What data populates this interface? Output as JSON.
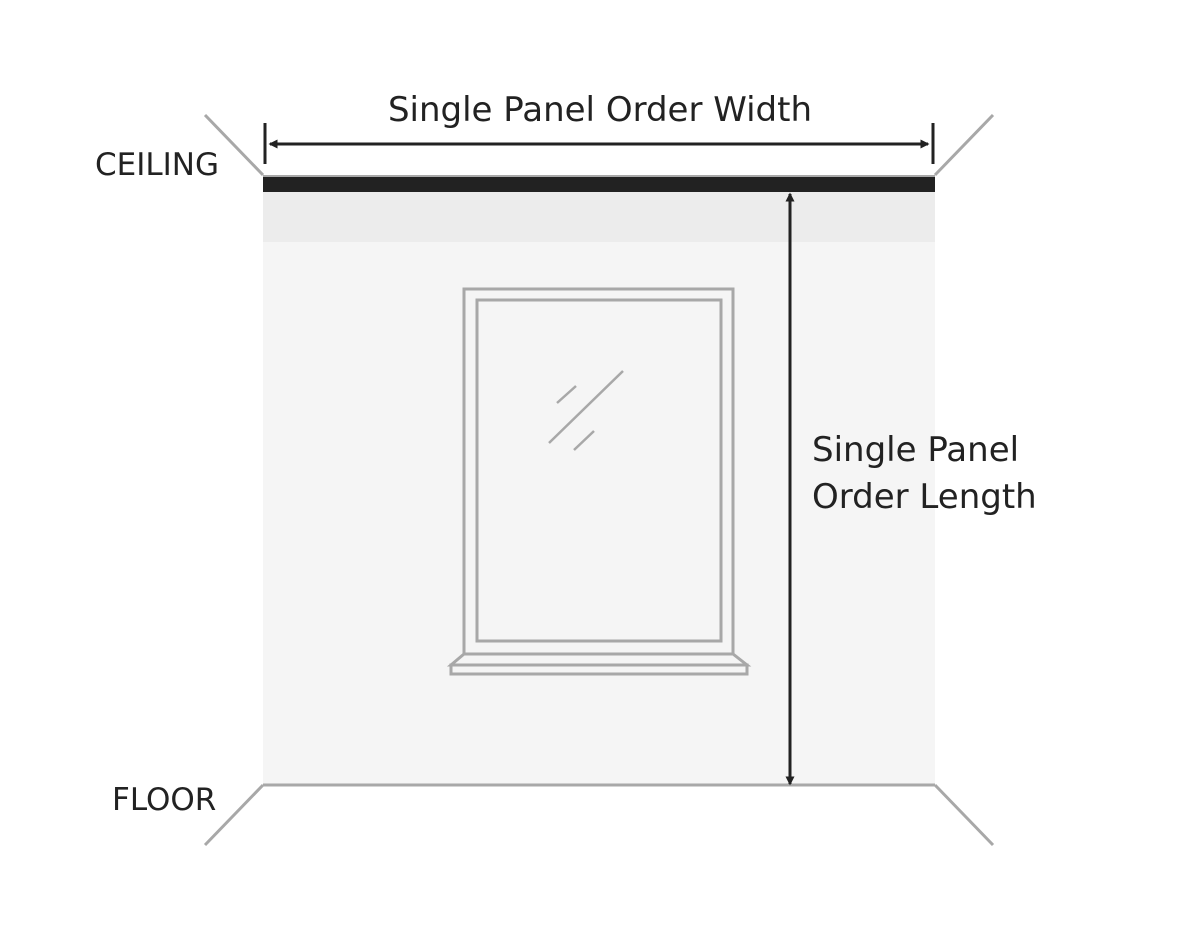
{
  "labels": {
    "ceiling": "CEILING",
    "floor": "FLOOR",
    "width": "Single Panel Order Width",
    "length_line1": "Single Panel",
    "length_line2": "Order Length"
  },
  "colors": {
    "background": "#ffffff",
    "wall": "#f5f5f5",
    "wall_top_band": "#ececec",
    "rod": "#222222",
    "outline": "#a8a8a8",
    "arrow": "#222222",
    "text": "#222222"
  }
}
